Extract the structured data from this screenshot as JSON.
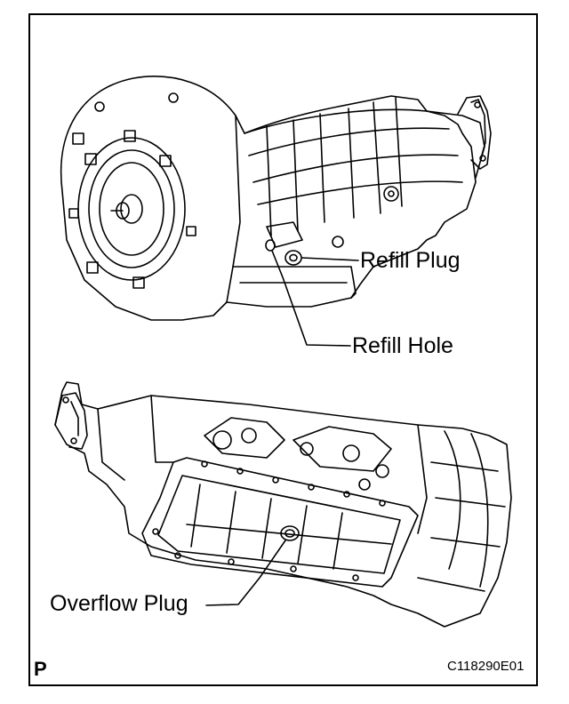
{
  "labels": {
    "refill_plug": "Refill Plug",
    "refill_hole": "Refill Hole",
    "overflow_plug": "Overflow Plug"
  },
  "footer": {
    "corner_letter": "P",
    "figure_code": "C118290E01"
  }
}
